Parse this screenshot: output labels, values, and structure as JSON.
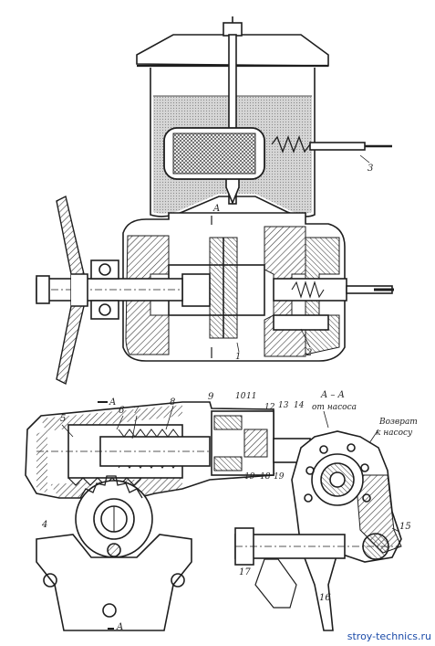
{
  "figure": {
    "pump_labels": {
      "section_mark": "A",
      "item_1": "1",
      "item_2": "2",
      "item_3": "3"
    },
    "gear_labels": {
      "l4": "4",
      "l5": "5",
      "l6": "6",
      "l7": "7",
      "l8": "8",
      "l9": "9",
      "l10": "10",
      "l11": "11",
      "l12": "12",
      "l13": "13",
      "l14": "14",
      "l15": "15",
      "l16": "16",
      "l17": "17",
      "l18": "18",
      "l19a": "19",
      "l19b": "19",
      "section_a_top": "A",
      "section_a_bottom": "A"
    },
    "section_view": {
      "title": "A – A",
      "from_pump": "от насоса",
      "return_line1": "Возврат",
      "return_line2": "к насосу"
    }
  },
  "watermark": "stroy-technics.ru",
  "colors": {
    "ink": "#1e1e1e",
    "hatch": "#3a3a3a",
    "fluid": "#b8b8b8",
    "paper": "#ffffff",
    "watermark": "#1a4aa8"
  }
}
